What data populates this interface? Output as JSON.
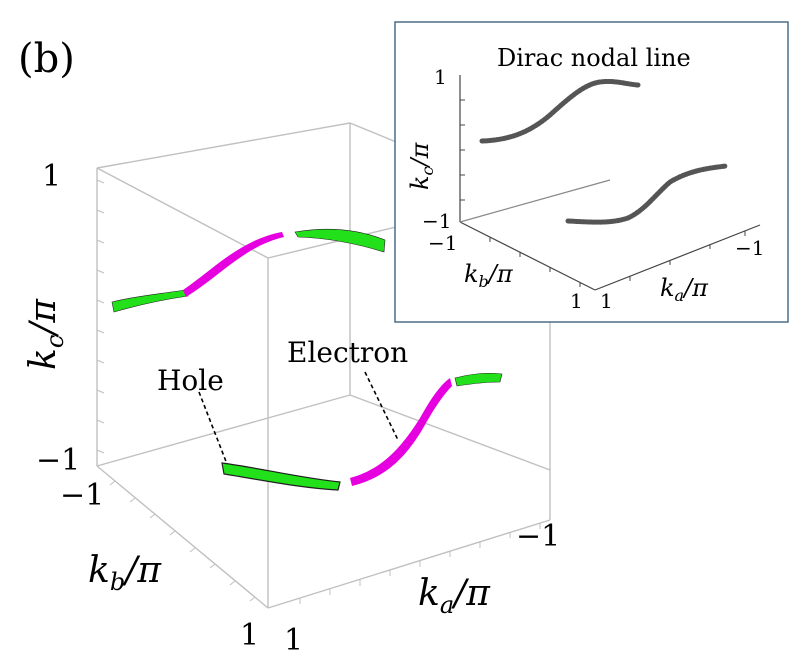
{
  "panel_label": "(b)",
  "main_plot": {
    "axis_labels": {
      "kc": {
        "base": "k",
        "sub": "c",
        "suffix": "/π"
      },
      "kb": {
        "base": "k",
        "sub": "b",
        "suffix": "/π"
      },
      "ka": {
        "base": "k",
        "sub": "a",
        "suffix": "/π"
      }
    },
    "ticks": {
      "kc_top": "1",
      "kc_bottom": "−1",
      "kb_near": "−1",
      "kb_far": "1",
      "ka_near": "1",
      "ka_far": "−1"
    },
    "annotations": {
      "hole": "Hole",
      "electron": "Electron"
    },
    "colors": {
      "hole_band": "#22e01a",
      "electron_band": "#e600e0",
      "box_edges": "#c0c0c0",
      "band_edge": "#202020"
    }
  },
  "inset": {
    "title": "Dirac nodal line",
    "axis_labels": {
      "kc": {
        "base": "k",
        "sub": "c",
        "suffix": "/π"
      },
      "kb": {
        "base": "k",
        "sub": "b",
        "suffix": "/π"
      },
      "ka": {
        "base": "k",
        "sub": "a",
        "suffix": "/π"
      }
    },
    "ticks": {
      "kc_top": "1",
      "kc_bottom": "−1",
      "kb_near": "−1",
      "kb_far": "1",
      "ka_near": "1",
      "ka_far": "−1"
    },
    "colors": {
      "frame": "#4a6d8c",
      "points": "#555555"
    }
  }
}
